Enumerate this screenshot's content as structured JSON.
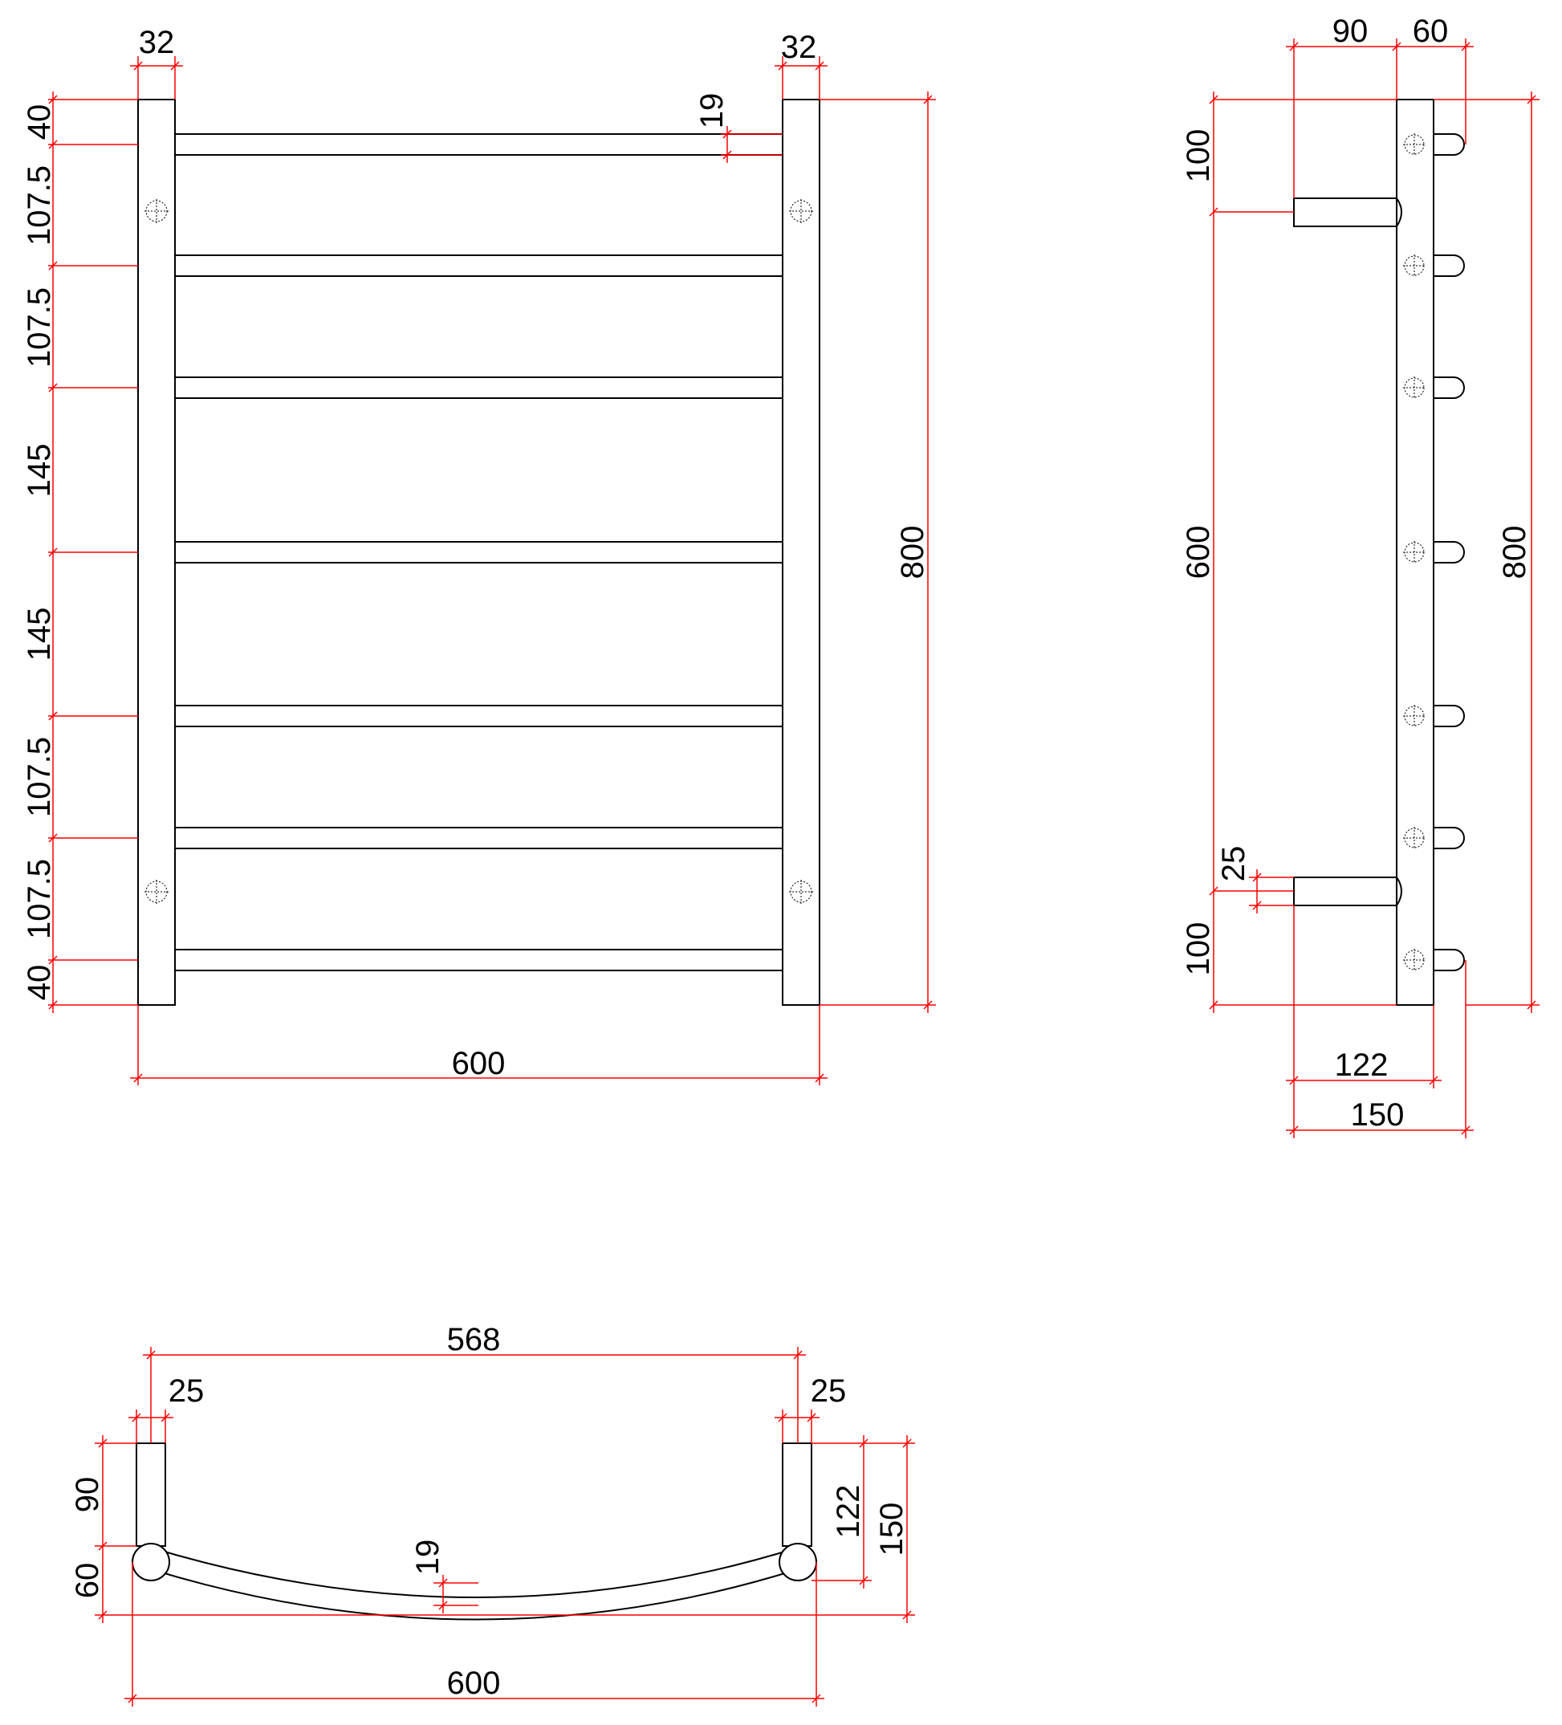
{
  "colors": {
    "outline": "#000000",
    "dimension": "#ff0000",
    "background": "#ffffff"
  },
  "front_view": {
    "post_width_left": "32",
    "post_width_right": "32",
    "bar_thickness": "19",
    "left_stack": [
      "40",
      "107.5",
      "107.5",
      "145",
      "145",
      "107.5",
      "107.5",
      "40"
    ],
    "overall_height": "800",
    "overall_width": "600"
  },
  "side_view": {
    "top_bracket_width": "90",
    "top_rail_depth": "60",
    "top_offset": "100",
    "bracket_spacing": "600",
    "bottom_offset": "100",
    "bracket_thickness": "25",
    "overall_height": "800",
    "depth_122": "122",
    "depth_150": "150"
  },
  "top_view": {
    "inner_span": "568",
    "left_post": "25",
    "right_post": "25",
    "bracket_depth": "90",
    "rail_depth": "60",
    "bar_thickness": "19",
    "depth_122": "122",
    "depth_150": "150",
    "overall_width": "600"
  }
}
